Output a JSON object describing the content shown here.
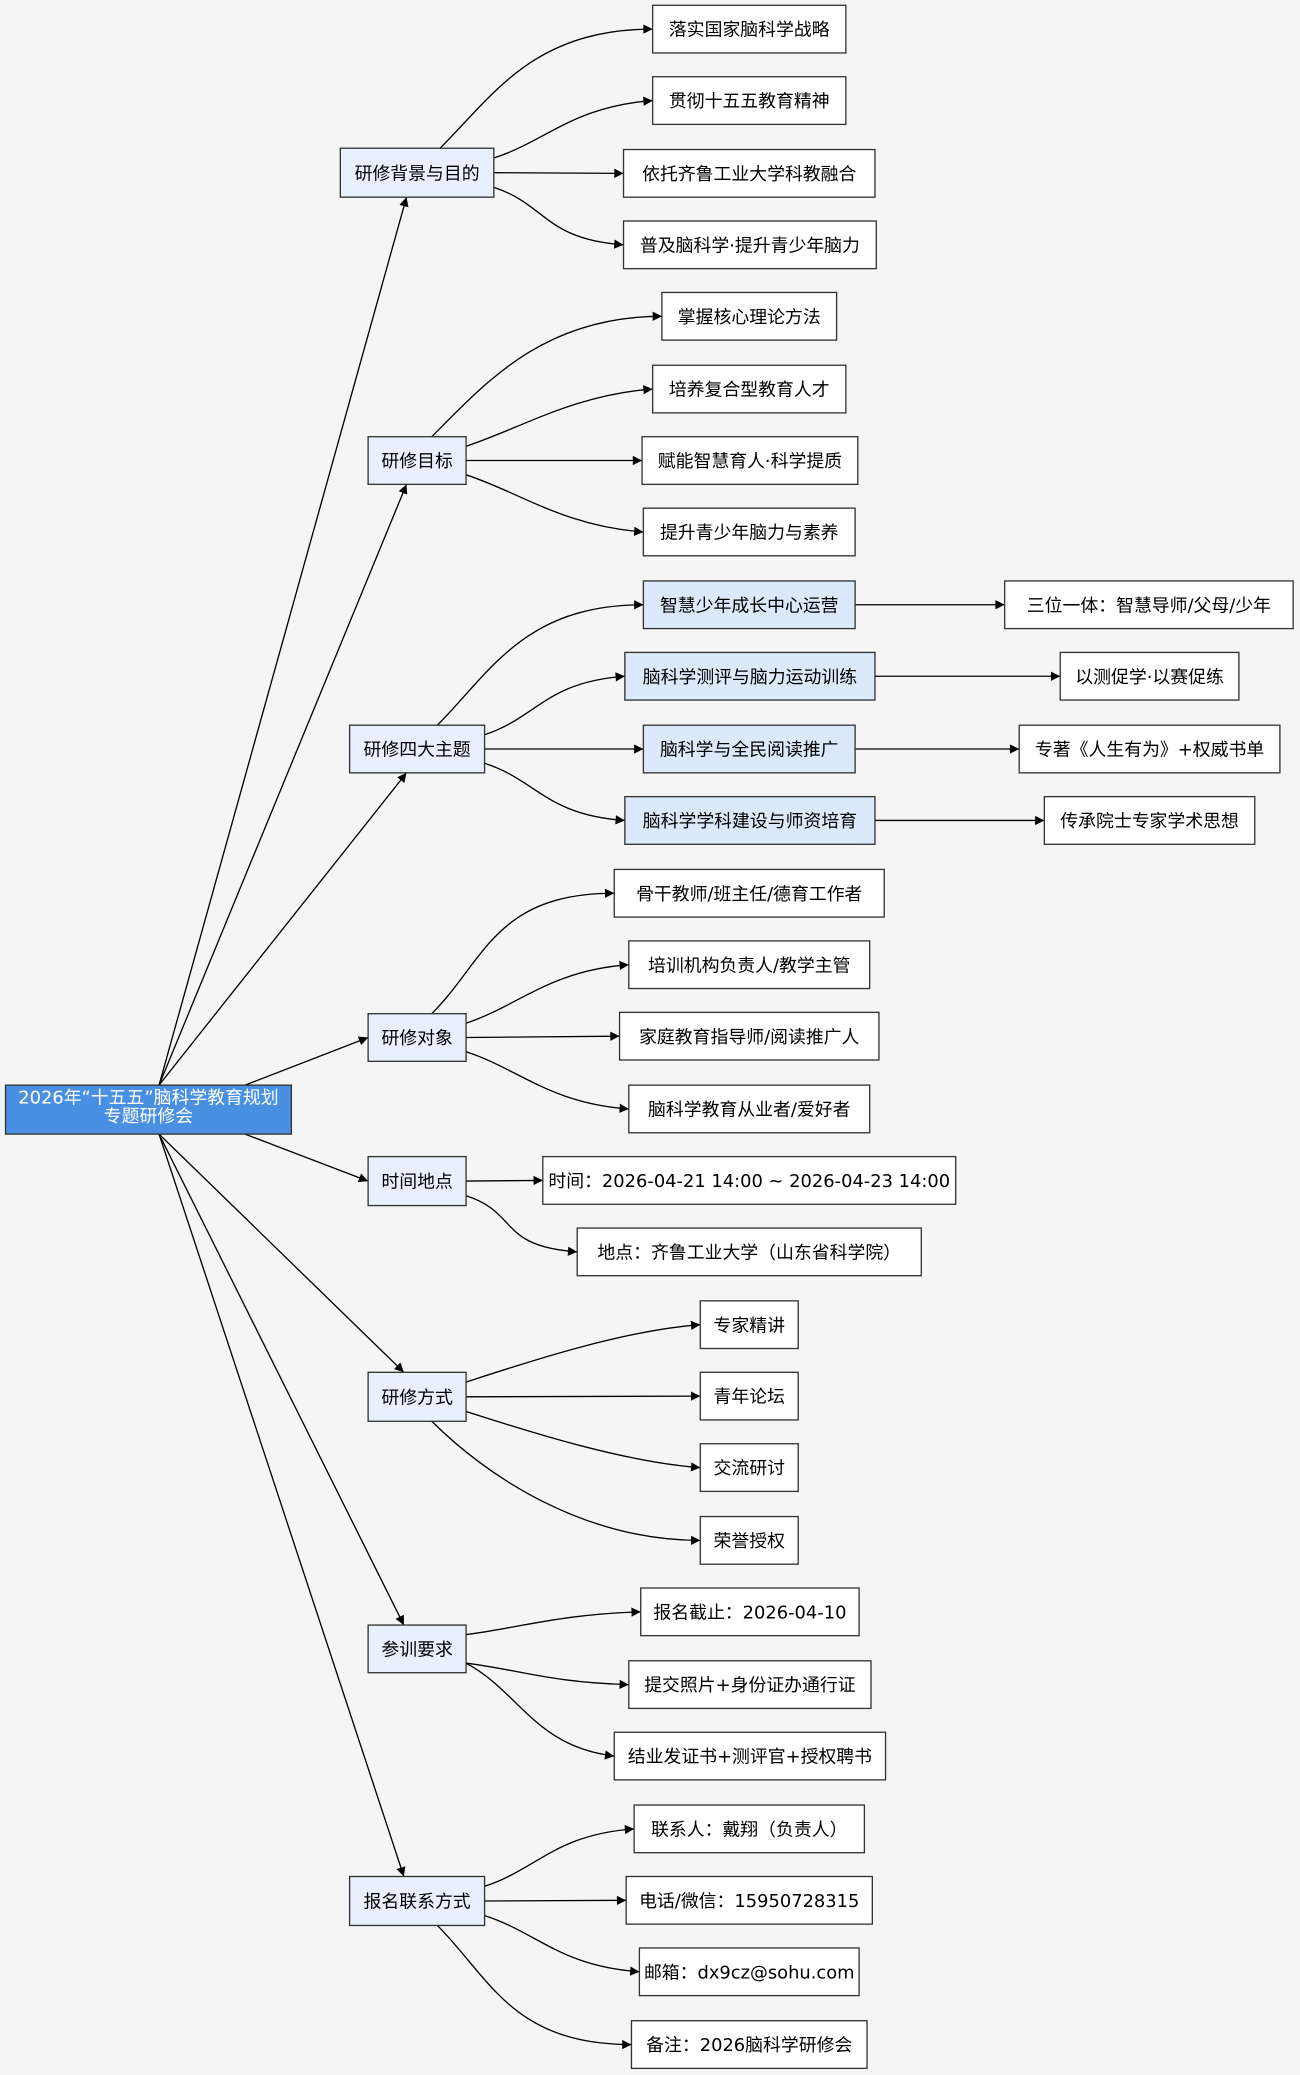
{
  "colors": {
    "background": "#f5f5f5",
    "root_fill": "#4a90e2",
    "branch_fill": "#e8f0fe",
    "topic_fill": "#dbe9fb",
    "leaf_fill": "#ffffff",
    "stroke": "#333333",
    "root_text": "#ffffff"
  },
  "root": {
    "id": "root",
    "lines": [
      "2026年“十五五”脑科学教育规划",
      "专题研修会"
    ]
  },
  "nodes": [
    {
      "id": "b1",
      "label": "研修背景与目的",
      "kind": "branch"
    },
    {
      "id": "b2",
      "label": "研修目标",
      "kind": "branch"
    },
    {
      "id": "b3",
      "label": "研修四大主题",
      "kind": "branch"
    },
    {
      "id": "b4",
      "label": "研修对象",
      "kind": "branch"
    },
    {
      "id": "b5",
      "label": "时间地点",
      "kind": "branch"
    },
    {
      "id": "b6",
      "label": "研修方式",
      "kind": "branch"
    },
    {
      "id": "b7",
      "label": "参训要求",
      "kind": "branch"
    },
    {
      "id": "b8",
      "label": "报名联系方式",
      "kind": "branch"
    },
    {
      "id": "l11",
      "label": "落实国家脑科学战略",
      "kind": "leaf"
    },
    {
      "id": "l12",
      "label": "贯彻十五五教育精神",
      "kind": "leaf"
    },
    {
      "id": "l13",
      "label": "依托齐鲁工业大学科教融合",
      "kind": "leaf"
    },
    {
      "id": "l14",
      "label": "普及脑科学·提升青少年脑力",
      "kind": "leaf"
    },
    {
      "id": "l21",
      "label": "掌握核心理论方法",
      "kind": "leaf"
    },
    {
      "id": "l22",
      "label": "培养复合型教育人才",
      "kind": "leaf"
    },
    {
      "id": "l23",
      "label": "赋能智慧育人·科学提质",
      "kind": "leaf"
    },
    {
      "id": "l24",
      "label": "提升青少年脑力与素养",
      "kind": "leaf"
    },
    {
      "id": "t1",
      "label": "智慧少年成长中心运营",
      "kind": "topic"
    },
    {
      "id": "t2",
      "label": "脑科学测评与脑力运动训练",
      "kind": "topic"
    },
    {
      "id": "t3",
      "label": "脑科学与全民阅读推广",
      "kind": "topic"
    },
    {
      "id": "t4",
      "label": "脑科学学科建设与师资培育",
      "kind": "topic"
    },
    {
      "id": "d1",
      "label": "三位一体：智慧导师/父母/少年",
      "kind": "leaf"
    },
    {
      "id": "d2",
      "label": "以测促学·以赛促练",
      "kind": "leaf"
    },
    {
      "id": "d3",
      "label": "专著《人生有为》+权威书单",
      "kind": "leaf"
    },
    {
      "id": "d4",
      "label": "传承院士专家学术思想",
      "kind": "leaf"
    },
    {
      "id": "l41",
      "label": "骨干教师/班主任/德育工作者",
      "kind": "leaf"
    },
    {
      "id": "l42",
      "label": "培训机构负责人/教学主管",
      "kind": "leaf"
    },
    {
      "id": "l43",
      "label": "家庭教育指导师/阅读推广人",
      "kind": "leaf"
    },
    {
      "id": "l44",
      "label": "脑科学教育从业者/爱好者",
      "kind": "leaf"
    },
    {
      "id": "l51",
      "label": "时间：2026-04-21 14:00 ~ 2026-04-23 14:00",
      "kind": "leaf"
    },
    {
      "id": "l52",
      "label": "地点：齐鲁工业大学（山东省科学院）",
      "kind": "leaf"
    },
    {
      "id": "l61",
      "label": "专家精讲",
      "kind": "leaf"
    },
    {
      "id": "l62",
      "label": "青年论坛",
      "kind": "leaf"
    },
    {
      "id": "l63",
      "label": "交流研讨",
      "kind": "leaf"
    },
    {
      "id": "l64",
      "label": "荣誉授权",
      "kind": "leaf"
    },
    {
      "id": "l71",
      "label": "报名截止：2026-04-10",
      "kind": "leaf"
    },
    {
      "id": "l72",
      "label": "提交照片+身份证办通行证",
      "kind": "leaf"
    },
    {
      "id": "l73",
      "label": "结业发证书+测评官+授权聘书",
      "kind": "leaf"
    },
    {
      "id": "l81",
      "label": "联系人：戴翔（负责人）",
      "kind": "leaf"
    },
    {
      "id": "l82",
      "label": "电话/微信：15950728315",
      "kind": "leaf"
    },
    {
      "id": "l83",
      "label": "邮箱：dx9cz@sohu.com",
      "kind": "leaf"
    },
    {
      "id": "l84",
      "label": "备注：2026脑科学研修会",
      "kind": "leaf"
    }
  ],
  "edges": [
    [
      "root",
      "b1"
    ],
    [
      "root",
      "b2"
    ],
    [
      "root",
      "b3"
    ],
    [
      "root",
      "b4"
    ],
    [
      "root",
      "b5"
    ],
    [
      "root",
      "b6"
    ],
    [
      "root",
      "b7"
    ],
    [
      "root",
      "b8"
    ],
    [
      "b1",
      "l11"
    ],
    [
      "b1",
      "l12"
    ],
    [
      "b1",
      "l13"
    ],
    [
      "b1",
      "l14"
    ],
    [
      "b2",
      "l21"
    ],
    [
      "b2",
      "l22"
    ],
    [
      "b2",
      "l23"
    ],
    [
      "b2",
      "l24"
    ],
    [
      "b3",
      "t1"
    ],
    [
      "b3",
      "t2"
    ],
    [
      "b3",
      "t3"
    ],
    [
      "b3",
      "t4"
    ],
    [
      "t1",
      "d1"
    ],
    [
      "t2",
      "d2"
    ],
    [
      "t3",
      "d3"
    ],
    [
      "t4",
      "d4"
    ],
    [
      "b4",
      "l41"
    ],
    [
      "b4",
      "l42"
    ],
    [
      "b4",
      "l43"
    ],
    [
      "b4",
      "l44"
    ],
    [
      "b5",
      "l51"
    ],
    [
      "b5",
      "l52"
    ],
    [
      "b6",
      "l61"
    ],
    [
      "b6",
      "l62"
    ],
    [
      "b6",
      "l63"
    ],
    [
      "b6",
      "l64"
    ],
    [
      "b7",
      "l71"
    ],
    [
      "b7",
      "l72"
    ],
    [
      "b7",
      "l73"
    ],
    [
      "b8",
      "l81"
    ],
    [
      "b8",
      "l82"
    ],
    [
      "b8",
      "l83"
    ],
    [
      "b8",
      "l84"
    ]
  ]
}
